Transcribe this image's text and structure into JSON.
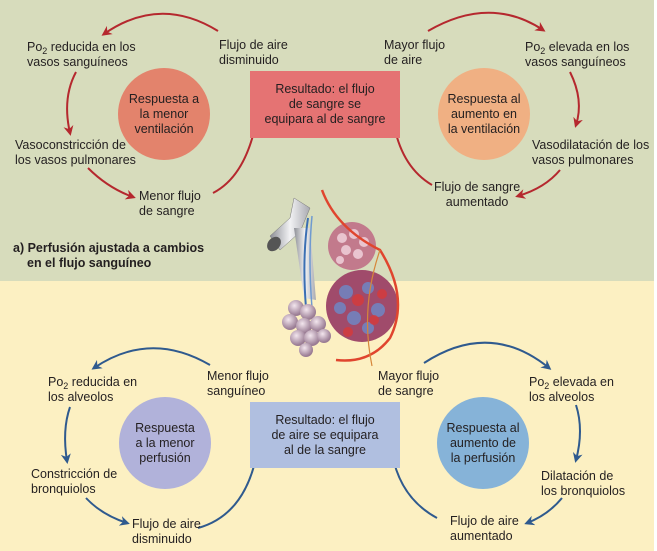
{
  "colors": {
    "panel_a_bg": "#d7dcbc",
    "panel_b_bg": "#fcf0c2",
    "red_arrow": "#b5282e",
    "blue_arrow": "#2f5a8e",
    "result_box_a": "#e57373",
    "result_box_b": "#b0bfe0",
    "circle_a_left": "#e3836c",
    "circle_a_right": "#f0b083",
    "circle_b_left": "#b1b2da",
    "circle_b_right": "#86b3d8"
  },
  "panel_a": {
    "caption": [
      "a) Perfusión ajustada a cambios",
      "en el flujo sanguíneo"
    ],
    "left_cycle": {
      "center": [
        "Respuesta a",
        "la menor",
        "ventilación"
      ],
      "steps": [
        {
          "lines": [
            "Flujo de aire",
            "disminuido"
          ]
        },
        {
          "prefix": "Po",
          "sub": "2",
          "rest": " reducida en los",
          "line2": "vasos sanguíneos"
        },
        {
          "lines": [
            "Vasoconstricción de",
            "los vasos pulmonares"
          ]
        },
        {
          "lines": [
            "Menor flujo",
            "de sangre"
          ]
        }
      ]
    },
    "result": [
      "Resultado: el flujo",
      "de sangre se",
      "equipara al de sangre"
    ],
    "right_cycle": {
      "center": [
        "Respuesta al",
        "aumento en",
        "la ventilación"
      ],
      "steps": [
        {
          "lines": [
            "Mayor flujo",
            "de aire"
          ]
        },
        {
          "prefix": "Po",
          "sub": "2",
          "rest": " elevada en los",
          "line2": "vasos sanguíneos"
        },
        {
          "lines": [
            "Vasodilatación de los",
            "vasos pulmonares"
          ]
        },
        {
          "lines": [
            "Flujo de sangre",
            "aumentado"
          ]
        }
      ]
    }
  },
  "panel_b": {
    "left_cycle": {
      "center": [
        "Respuesta",
        "a la menor",
        "perfusión"
      ],
      "steps": [
        {
          "lines": [
            "Menor flujo",
            "sanguíneo"
          ]
        },
        {
          "prefix": "Po",
          "sub": "2",
          "rest": " reducida en",
          "line2": "los alveolos"
        },
        {
          "lines": [
            "Constricción de",
            "bronquiolos"
          ]
        },
        {
          "lines": [
            "Flujo de aire",
            "disminuido"
          ]
        }
      ]
    },
    "result": [
      "Resultado: el flujo",
      "de aire se equipara",
      "al de la sangre"
    ],
    "right_cycle": {
      "center": [
        "Respuesta al",
        "aumento de",
        "la perfusión"
      ],
      "steps": [
        {
          "lines": [
            "Mayor flujo",
            "de sangre"
          ]
        },
        {
          "prefix": "Po",
          "sub": "2",
          "rest": " elevada en",
          "line2": "los alveolos"
        },
        {
          "lines": [
            "Dilatación de",
            "los bronquiolos"
          ]
        },
        {
          "lines": [
            "Flujo de aire",
            "aumentado"
          ]
        }
      ]
    }
  },
  "illustration": {
    "icon": "alveoli-illustration"
  }
}
